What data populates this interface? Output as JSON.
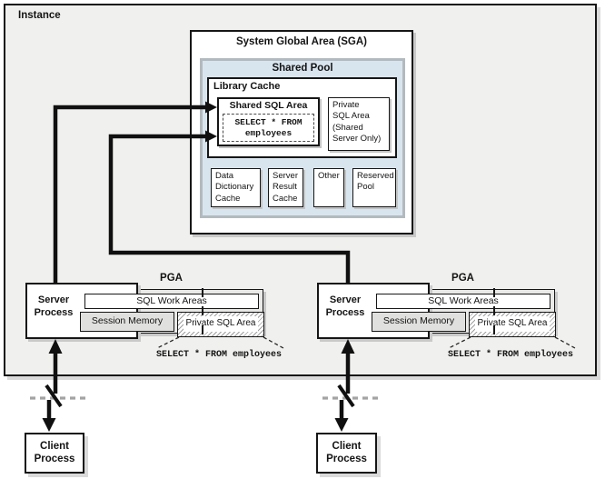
{
  "diagram": {
    "instance_label": "Instance",
    "sga": {
      "title": "System Global Area (SGA)",
      "shared_pool": {
        "title": "Shared Pool",
        "library_cache": {
          "title": "Library Cache",
          "shared_sql_area": {
            "title": "Shared SQL Area",
            "sql_statement": "SELECT * FROM\nemployees"
          },
          "private_sql_area_label": "Private\nSQL Area\n(Shared\nServer Only)"
        },
        "boxes": [
          "Data\nDictionary\nCache",
          "Server\nResult\nCache",
          "Other",
          "Reserved\nPool"
        ]
      }
    },
    "server_groups": [
      {
        "server_process": "Server\nProcess",
        "pga": {
          "title": "PGA",
          "sql_work_areas": "SQL Work Areas",
          "session_memory": "Session Memory",
          "private_sql_area": "Private SQL Area"
        },
        "callout_sql": "SELECT * FROM employees",
        "client_process": "Client\nProcess"
      },
      {
        "server_process": "Server\nProcess",
        "pga": {
          "title": "PGA",
          "sql_work_areas": "SQL Work Areas",
          "session_memory": "Session Memory",
          "private_sql_area": "Private SQL Area"
        },
        "callout_sql": "SELECT * FROM employees",
        "client_process": "Client\nProcess"
      }
    ],
    "colors": {
      "instance_fill": "#f0f0ee",
      "shared_pool_fill": "#d9e5ee",
      "shared_pool_border": "#b2babf",
      "pga_fill": "#e9e9e7",
      "line": "#101010"
    }
  }
}
